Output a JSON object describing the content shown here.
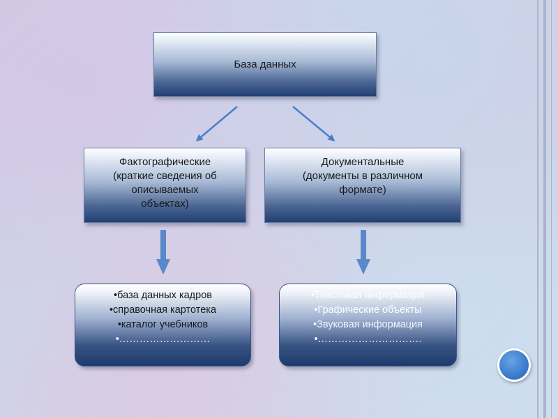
{
  "diagram": {
    "root": {
      "label": "База данных"
    },
    "left_category": {
      "lines": [
        "Фактографические",
        "(краткие сведения об",
        "описываемых",
        "объектах)"
      ]
    },
    "right_category": {
      "lines": [
        "Документальные",
        "(документы в различном",
        "формате)"
      ]
    },
    "left_examples": {
      "items": [
        "•база данных кадров",
        "•справочная картотека",
        "•каталог учебников",
        "•………………………"
      ]
    },
    "right_examples": {
      "items": [
        "•Текстовая информация",
        "•Графические  объекты",
        "•Звуковая информация",
        "•…………………………."
      ]
    }
  },
  "colors": {
    "arrow": "#4a7fc8",
    "box_dark": "#213f72",
    "decor_circle": "#3e7fcf"
  }
}
